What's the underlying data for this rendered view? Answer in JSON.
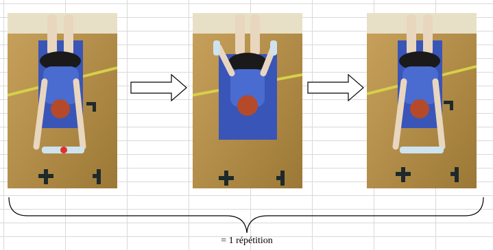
{
  "caption": "= 1 répétition",
  "photos": [
    {
      "name": "exercise-start-position-photo",
      "pose": "arms-overhead"
    },
    {
      "name": "exercise-middle-position-photo",
      "pose": "arms-at-sides"
    },
    {
      "name": "exercise-end-position-photo",
      "pose": "arms-overhead"
    }
  ],
  "colors": {
    "floor": "#b08a45",
    "mat": "#3a55b8",
    "shirt": "#4a6bd0",
    "gridline": "#d9d9d9"
  }
}
